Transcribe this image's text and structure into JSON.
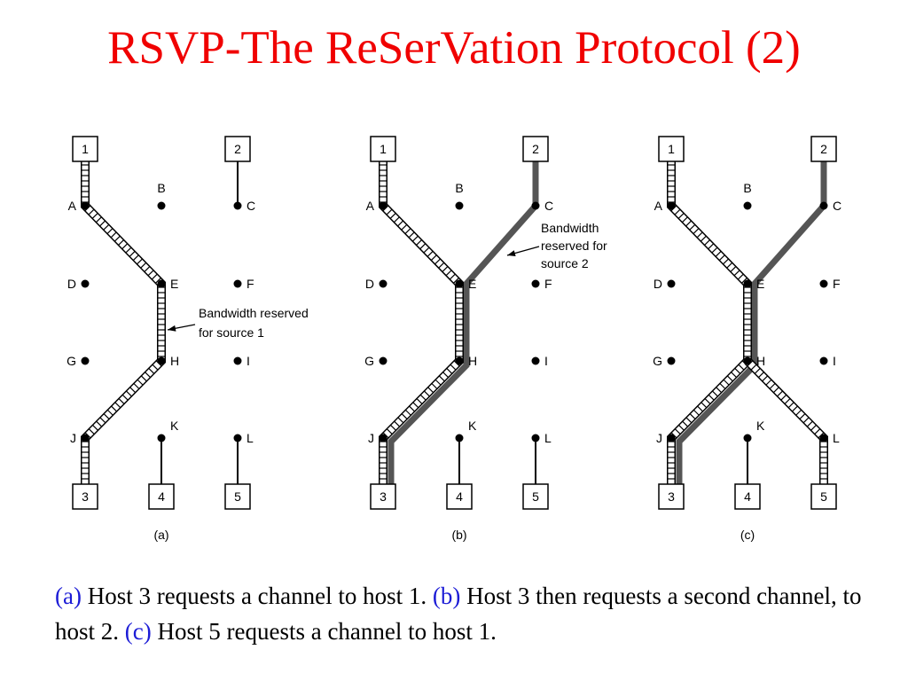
{
  "title": "RSVP-The ReSerVation Protocol (2)",
  "colors": {
    "title": "#f00000",
    "caption_label": "#1c1cd6",
    "reserved_source_2": "#555555",
    "text": "#000000"
  },
  "panels": [
    {
      "label": "(a)",
      "annotation": [
        "Bandwidth reserved",
        "for source 1"
      ]
    },
    {
      "label": "(b)",
      "annotation": [
        "Bandwidth",
        "reserved for",
        "source 2"
      ]
    },
    {
      "label": "(c)"
    }
  ],
  "routers": [
    "A",
    "B",
    "C",
    "D",
    "E",
    "F",
    "G",
    "H",
    "I",
    "J",
    "K",
    "L"
  ],
  "hosts": [
    "1",
    "2",
    "3",
    "4",
    "5"
  ],
  "caption": {
    "a_label": "(a)",
    "a_text": " Host 3 requests a channel to host 1. ",
    "b_label": "(b)",
    "b_text": " Host 3 then requests a second channel, to host 2. ",
    "c_label": "(c)",
    "c_text": " Host 5 requests a channel to host 1."
  }
}
